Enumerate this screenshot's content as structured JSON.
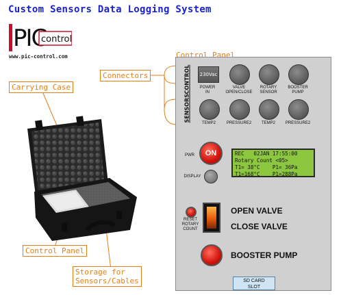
{
  "title": "Custom Sensors Data Logging System",
  "logo": {
    "pic": "PIC",
    "control": "control",
    "url": "www.pic-control.com"
  },
  "callouts": {
    "control_panel_top": "Control Panel",
    "connectors": "Connectors",
    "carrying_case": "Carrying Case",
    "control_panel_bottom": "Control Panel",
    "storage": "Storage for\nSensors/Cables"
  },
  "panel": {
    "control_label": "CONTROL",
    "sensors_label": "SENSORS",
    "power_badge": "230Vac",
    "control_items": [
      "POWER\nIN",
      "VALVE\nOPEN/CLOSE",
      "ROTARY\nSENSOR",
      "BOOSTER\nPUMP"
    ],
    "sensor_items": [
      "TEMP2",
      "PRESSURE2",
      "TEMP2",
      "PRESSURE2"
    ],
    "pwr_label": "PWR",
    "on_label": "ON",
    "display_label": "DISPLAY",
    "lcd_lines": [
      "REC   02JAN 17:55:00",
      "Rotary Count <05>",
      "T1= 38°C    P1= 36Pa",
      "T1=168°C    P1=288Pa"
    ],
    "reset_label": "RESET\nROTARY\nCOUNT",
    "open_valve": "OPEN VALVE",
    "close_valve": "CLOSE VALVE",
    "booster_pump": "BOOSTER PUMP",
    "sd_card": "SD CARD\nSLOT"
  },
  "colors": {
    "title": "#1a22c8",
    "callout": "#e67e14",
    "lcd": "#8dc63f",
    "button_red": "#d2140c",
    "logo_red": "#c8102e"
  }
}
